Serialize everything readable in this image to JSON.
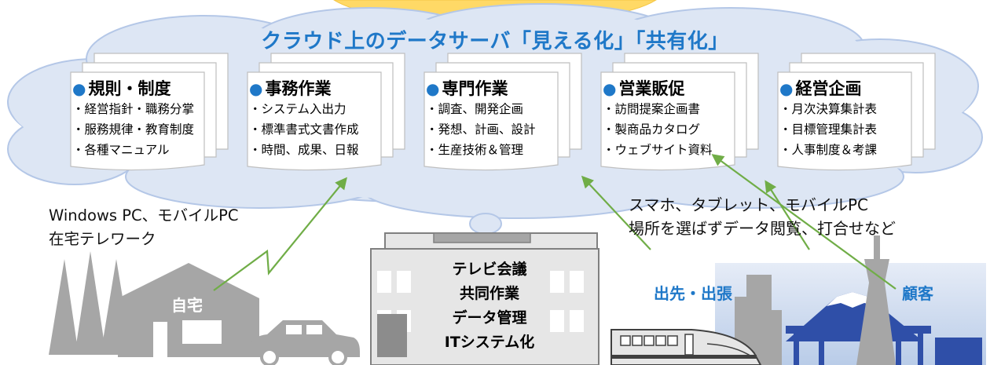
{
  "cloud": {
    "title": "クラウド上のデータサーバ「見える化」「共有化」"
  },
  "documents": [
    {
      "title": "規則・制度",
      "items": [
        "・経営指針・職務分掌",
        "・服務規律・教育制度",
        "・各種マニュアル"
      ]
    },
    {
      "title": "事務作業",
      "items": [
        "・システム入出力",
        "・標準書式文書作成",
        "・時間、成果、日報"
      ]
    },
    {
      "title": "専門作業",
      "items": [
        "・調査、開発企画",
        "・発想、計画、設計",
        "・生産技術＆管理"
      ]
    },
    {
      "title": "営業販促",
      "items": [
        "・訪問提案企画書",
        "・製商品カタログ",
        "・ウェブサイト資料"
      ]
    },
    {
      "title": "経営企画",
      "items": [
        "・月次決算集計表",
        "・目標管理集計表",
        "・人事制度＆考課"
      ]
    }
  ],
  "bullet": "●",
  "left_caption": {
    "line1": "Windows PC、モバイルPC",
    "line2": "在宅テレワーク"
  },
  "right_caption": {
    "line1": "スマホ、タブレット、モバイルPC",
    "line2": "場所を選ばずデータ閲覧、打合せなど"
  },
  "building_lines": [
    "テレビ会議",
    "共同作業",
    "データ管理",
    "ITシステム化"
  ],
  "house_label": "自宅",
  "labels": {
    "travel": "出先・出張",
    "customer": "顧客"
  },
  "colors": {
    "accent_blue": "#1f78c8",
    "cloud_fill": "#dde6f4",
    "cloud_stroke": "#b4c7e7",
    "arrow_green": "#70ad47",
    "sun_yellow": "#ffd966",
    "gray": "#a6a6a6"
  }
}
